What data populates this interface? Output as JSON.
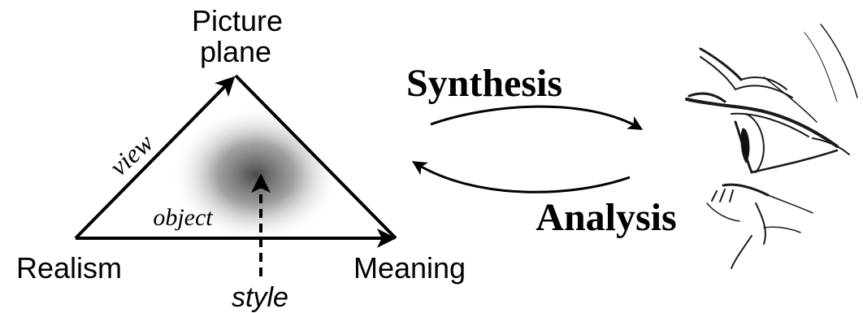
{
  "triangle": {
    "apex_label_line1": "Picture",
    "apex_label_line2": "plane",
    "left_label": "Realism",
    "right_label": "Meaning",
    "left_edge_label": "view",
    "base_label": "object",
    "bottom_label": "style"
  },
  "cycle": {
    "top_label": "Synthesis",
    "bottom_label": "Analysis"
  },
  "colors": {
    "ink": "#000000",
    "shading": "#5a5a5a"
  },
  "icons": {
    "eye": "eye-sketch-icon"
  }
}
